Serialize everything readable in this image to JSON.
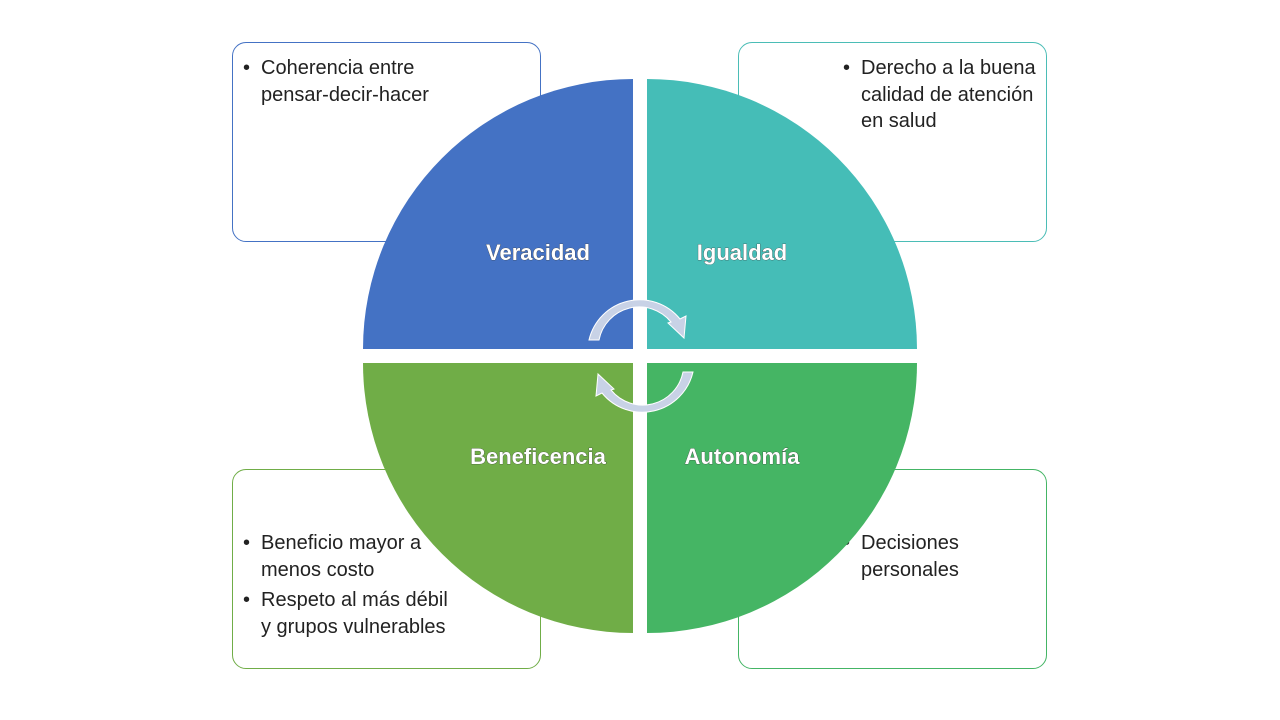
{
  "diagram": {
    "quadrants": [
      {
        "key": "tl",
        "label": "Veracidad",
        "color": "#4472c4"
      },
      {
        "key": "tr",
        "label": "Igualdad",
        "color": "#45bdb7"
      },
      {
        "key": "bl",
        "label": "Beneficencia",
        "color": "#70ad47"
      },
      {
        "key": "br",
        "label": "Autonomía",
        "color": "#45b564"
      }
    ],
    "cards": {
      "tl": {
        "items": [
          "Coherencia entre pensar-decir-hacer"
        ]
      },
      "tr": {
        "items": [
          "Derecho a la buena calidad de atención en salud"
        ]
      },
      "bl": {
        "items": [
          "Beneficio mayor a menos costo",
          "Respeto al más débil y grupos vulnerables"
        ]
      },
      "br": {
        "items": [
          "Decisiones personales"
        ]
      }
    },
    "cycle_arrow_color": "#c8d2e6",
    "cycle_icon": "cycle-arrows-icon"
  }
}
